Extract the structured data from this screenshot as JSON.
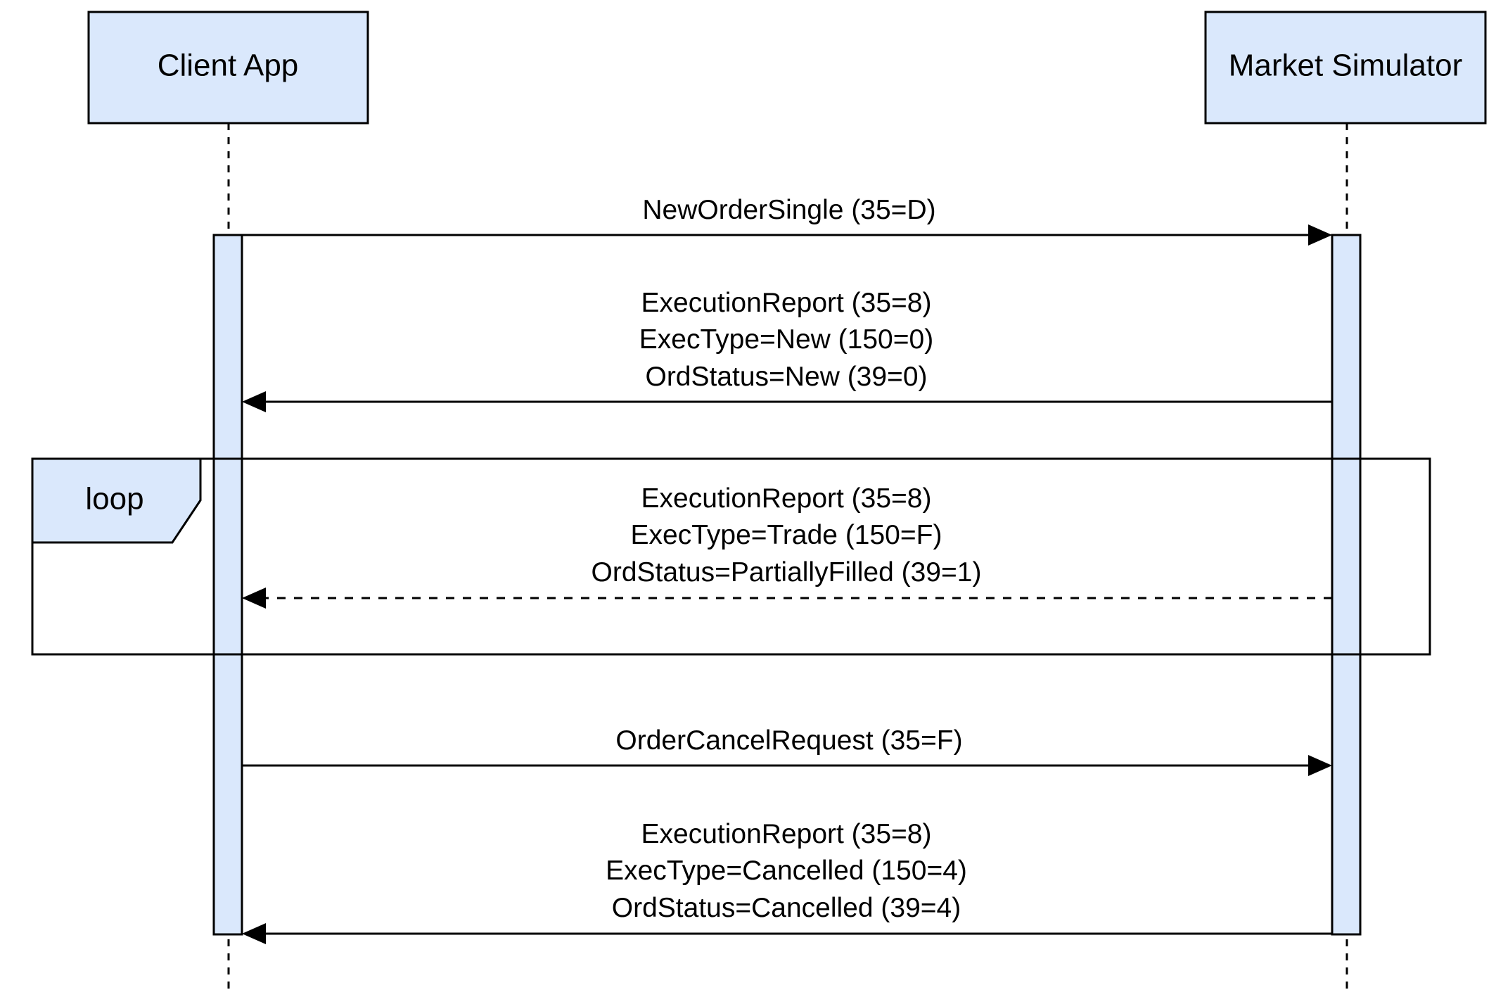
{
  "diagram": {
    "type": "sequence",
    "colors": {
      "box_fill": "#dae8fc",
      "stroke": "#000000",
      "background": "#ffffff"
    },
    "participants": [
      {
        "id": "client",
        "label": "Client App"
      },
      {
        "id": "market",
        "label": "Market Simulator"
      }
    ],
    "fragments": [
      {
        "kind": "loop",
        "label": "loop"
      }
    ],
    "messages": [
      {
        "from": "client",
        "to": "market",
        "style": "solid",
        "lines": [
          "NewOrderSingle (35=D)"
        ]
      },
      {
        "from": "market",
        "to": "client",
        "style": "solid",
        "lines": [
          "ExecutionReport (35=8)",
          "ExecType=New (150=0)",
          "OrdStatus=New (39=0)"
        ]
      },
      {
        "from": "market",
        "to": "client",
        "style": "dashed",
        "lines": [
          "ExecutionReport (35=8)",
          "ExecType=Trade (150=F)",
          "OrdStatus=PartiallyFilled (39=1)"
        ]
      },
      {
        "from": "client",
        "to": "market",
        "style": "solid",
        "lines": [
          "OrderCancelRequest (35=F)"
        ]
      },
      {
        "from": "market",
        "to": "client",
        "style": "solid",
        "lines": [
          "ExecutionReport (35=8)",
          "ExecType=Cancelled (150=4)",
          "OrdStatus=Cancelled (39=4)"
        ]
      }
    ]
  }
}
